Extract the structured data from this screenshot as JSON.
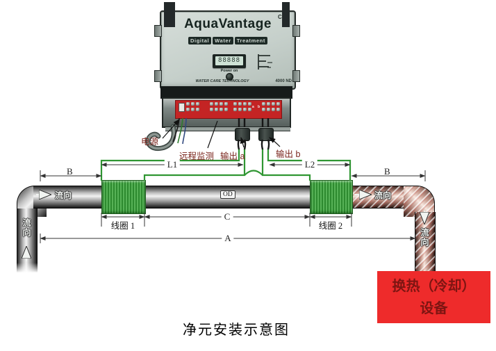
{
  "title": "净元安装示意图",
  "device": {
    "brand": "AquaVantage",
    "subtitle": [
      "Digital",
      "Water",
      "Treatment"
    ],
    "ce_mark": "CE",
    "lcd_value": "88888",
    "lcd_caption": "Power on",
    "footer_brand": "WATER CARE TECHNOLOGY",
    "footer_model": "4000 ND",
    "terminal_markers": [
      "a",
      "b"
    ]
  },
  "annotations": {
    "power": "电源",
    "remote_monitoring": "远程监测",
    "output_a": "输出 a",
    "output_b": "输出 b"
  },
  "dimensions": {
    "b_left": "B",
    "l1": "L1",
    "l2": "L2",
    "b_right": "B",
    "coil1": "线圈 1",
    "c": "C",
    "coil2": "线圈 2",
    "a": "A",
    "od": "OD"
  },
  "flow_labels": {
    "left_horizontal": "流向",
    "right_horizontal": "流向",
    "left_vertical": "流向",
    "right_vertical": "流向"
  },
  "heat_exchanger": {
    "line1": "换热（冷却）",
    "line2": "设备"
  },
  "colors": {
    "coil_green": "#57b257",
    "wire_green": "#2f9632",
    "terminal_red": "#c42424",
    "heat_box_red": "#ee2b2b",
    "heat_box_text": "#7d1512",
    "annotation_red": "#7a241c"
  }
}
